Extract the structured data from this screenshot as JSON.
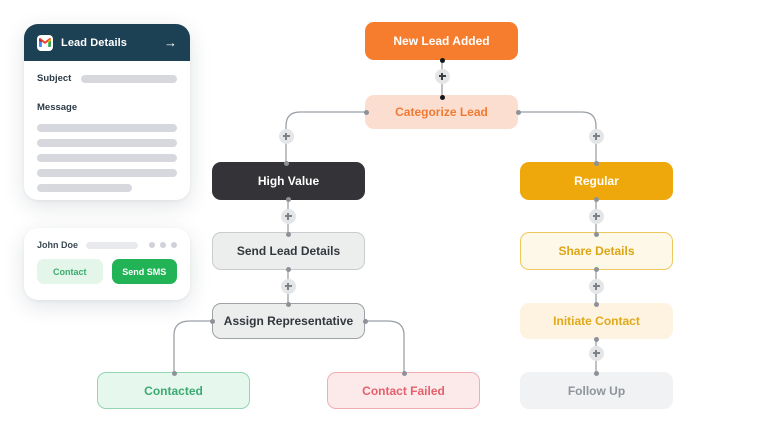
{
  "app": {
    "canvas_bg": "#ffffff"
  },
  "lead_details_card": {
    "icon": "gmail-icon",
    "title": "Lead Details",
    "arrow_icon": "arrow-right-icon",
    "subject_label": "Subject",
    "message_label": "Message",
    "skeleton_line_count": 5
  },
  "contact_card": {
    "name": "John Doe",
    "menu_icon": "three-dots-icon",
    "contact_button": "Contact",
    "send_sms_button": "Send SMS"
  },
  "flow": {
    "add_step_icon": "plus-icon",
    "nodes": [
      {
        "id": "new-lead-added",
        "label": "New Lead Added",
        "style": "orange",
        "color": "#f57d2d"
      },
      {
        "id": "categorize-lead",
        "label": "Categorize Lead",
        "style": "peach",
        "color": "#fcded0"
      },
      {
        "id": "high-value",
        "label": "High Value",
        "style": "dark",
        "color": "#333338"
      },
      {
        "id": "send-lead-details",
        "label": "Send Lead Details",
        "style": "gray",
        "color": "#eceded"
      },
      {
        "id": "assign-representative",
        "label": "Assign Representative",
        "style": "gray",
        "color": "#eceded"
      },
      {
        "id": "contacted",
        "label": "Contacted",
        "style": "green",
        "color": "#e6f7ee"
      },
      {
        "id": "contact-failed",
        "label": "Contact Failed",
        "style": "red",
        "color": "#fceaea"
      },
      {
        "id": "regular",
        "label": "Regular",
        "style": "amber",
        "color": "#efa80c"
      },
      {
        "id": "share-details",
        "label": "Share Details",
        "style": "amber-b",
        "color": "#fdf8e8"
      },
      {
        "id": "initiate-contact",
        "label": "Initiate Contact",
        "style": "cream",
        "color": "#fdf3e0"
      },
      {
        "id": "follow-up",
        "label": "Follow Up",
        "style": "faint",
        "color": "#f1f2f3"
      }
    ]
  }
}
